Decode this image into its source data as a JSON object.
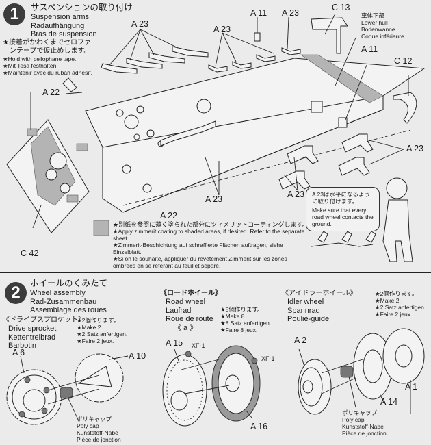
{
  "step1": {
    "number": "1",
    "title_jp": "サスペンションの取り付け",
    "title_en": "Suspension arms",
    "title_de": "Radaufhängung",
    "title_fr": "Bras de suspension",
    "tape_note": {
      "jp_line1": "★接着がかわくまでセロファ",
      "jp_line2": "ンテープで仮止めします。",
      "en": "★Hold with cellophane tape.",
      "de": "★Mit Tesa festhalten.",
      "fr": "★Maintenir avec du ruban adhésif."
    },
    "hull_label": {
      "jp": "車体下部",
      "en": "Lower hull",
      "de": "Bodenwanne",
      "fr": "Coque inférieure"
    },
    "part_labels": {
      "a23_top_left": "A 23",
      "a23_top_mid": "A 23",
      "a11_top": "A 11",
      "a23_top_right": "A 23",
      "c13": "C 13",
      "a11_right": "A 11",
      "c12": "C 12",
      "a22_top": "A 22",
      "a23_right": "A 23",
      "a23_bottom_mid": "A 23",
      "a23_bottom_right": "A 23",
      "a22_bottom": "A 22",
      "c42": "C 42"
    },
    "zimmerit_note": {
      "jp": "★別紙を参照に薄く塗られた部分にツィメリットコーティングします。",
      "en": "★Apply zimmerit coating to shaded areas, if desired. Refer to the separate sheet.",
      "de": "★Zimmerit-Beschichtung auf schraffierte Flächen auftragen, siehe Einzelblatt.",
      "fr": "★Si on le souhaite, appliquer du revêtement Zimmerit sur les zones ombrées en se référant au feuillet séparé."
    },
    "bubble": {
      "jp": "A 23は水平になるように取り付けます。",
      "en": "Make sure that every road wheel contacts the ground."
    }
  },
  "step2": {
    "number": "2",
    "title_jp": "ホイールのくみたて",
    "title_en": "Wheel assembly",
    "title_de": "Rad-Zusammenbau",
    "title_fr": "Assemblage des roues",
    "sprocket": {
      "jp": "《ドライブスプロケット》",
      "en": "Drive sprocket",
      "de": "Kettentreibrad",
      "fr": "Barbotin",
      "make_jp": "★2個作ります。",
      "make_en": "★Make 2.",
      "make_de": "★2 Satz anfertigen.",
      "make_fr": "★Faire 2 jeux.",
      "labels": {
        "a6": "A 6",
        "a10": "A 10"
      },
      "polycap": {
        "jp": "ポリキャップ",
        "en": "Poly cap",
        "de": "Kunststoff-Nabe",
        "fr": "Pièce de jonction"
      }
    },
    "road_wheel": {
      "jp": "《ロードホイール》",
      "en": "Road wheel",
      "de": "Laufrad",
      "fr": "Roue de route",
      "variant": "《 a 》",
      "make_jp": "★8個作ります。",
      "make_en": "★Make 8.",
      "make_de": "★8 Satz anfertigen.",
      "make_fr": "★Faire 8 jeux.",
      "labels": {
        "a15": "A 15",
        "a16": "A 16",
        "xf1_left": "XF-1",
        "xf1_right": "XF-1"
      }
    },
    "idler": {
      "jp": "《アイドラーホイール》",
      "en": "Idler wheel",
      "de": "Spannrad",
      "fr": "Poulie-guide",
      "make_jp": "★2個作ります。",
      "make_en": "★Make 2.",
      "make_de": "★2 Satz anfertigen.",
      "make_fr": "★Faire 2 jeux.",
      "labels": {
        "a2": "A 2",
        "a14": "A 14",
        "a1": "A 1"
      },
      "polycap": {
        "jp": "ポリキャップ",
        "en": "Poly cap",
        "de": "Kunststoff-Nabe",
        "fr": "Pièce de jonction"
      }
    }
  }
}
